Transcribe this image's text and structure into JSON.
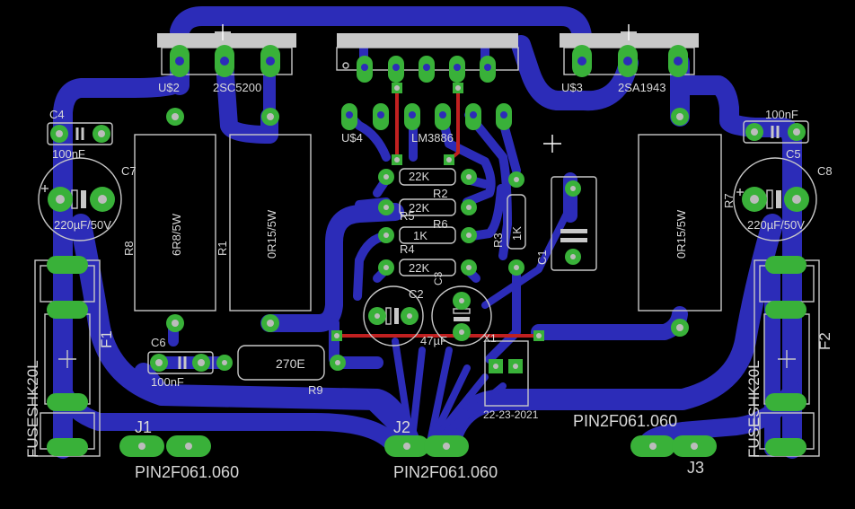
{
  "colors": {
    "background": "#000000",
    "copper_bottom": "#2c2cb8",
    "pads": "#39b139",
    "top_traces": "#c02020",
    "silkscreen": "#c8c8c8"
  },
  "labels": {
    "u2": "U$2",
    "u2_value": "2SC5200",
    "u3": "U$3",
    "u3_value": "2SA1943",
    "u4": "U$4",
    "u4_value": "LM3886",
    "c4": "C4",
    "c4_value": "100nF",
    "c5": "C5",
    "c5_value": "100nF",
    "c6": "C6",
    "c6_value": "100nF",
    "c7": "C7",
    "c7_value": "220µF/50V",
    "c8": "C8",
    "c8_value": "220µF/50V",
    "c1": "C1",
    "c2": "C2",
    "c3": "C3",
    "c2_value": "47µF",
    "r1": "R1",
    "r1_value": "0R15/5W",
    "r8": "R8",
    "r8_value": "6R8/5W",
    "r7": "R7",
    "r7_value": "0R15/5W",
    "r2": "R2",
    "r2_value": "22K",
    "r5": "R5",
    "r5_value": "22K",
    "r6": "R6",
    "r4": "R4",
    "r4_value": "1K",
    "r3": "R3",
    "r3_value": "1K",
    "r_bottom_value": "22K",
    "r9": "R9",
    "r9_value": "270E",
    "f1": "F1",
    "f2": "F2",
    "fuse_value_left": "FUSESHK20L",
    "fuse_value_right": "FUSESHK20L",
    "j1": "J1",
    "j2": "J2",
    "j3": "J3",
    "x1": "X1",
    "x1_value": "22-23-2021",
    "pin_j1": "PIN2F061.060",
    "pin_j2": "PIN2F061.060",
    "pin_j3": "PIN2F061.060"
  }
}
